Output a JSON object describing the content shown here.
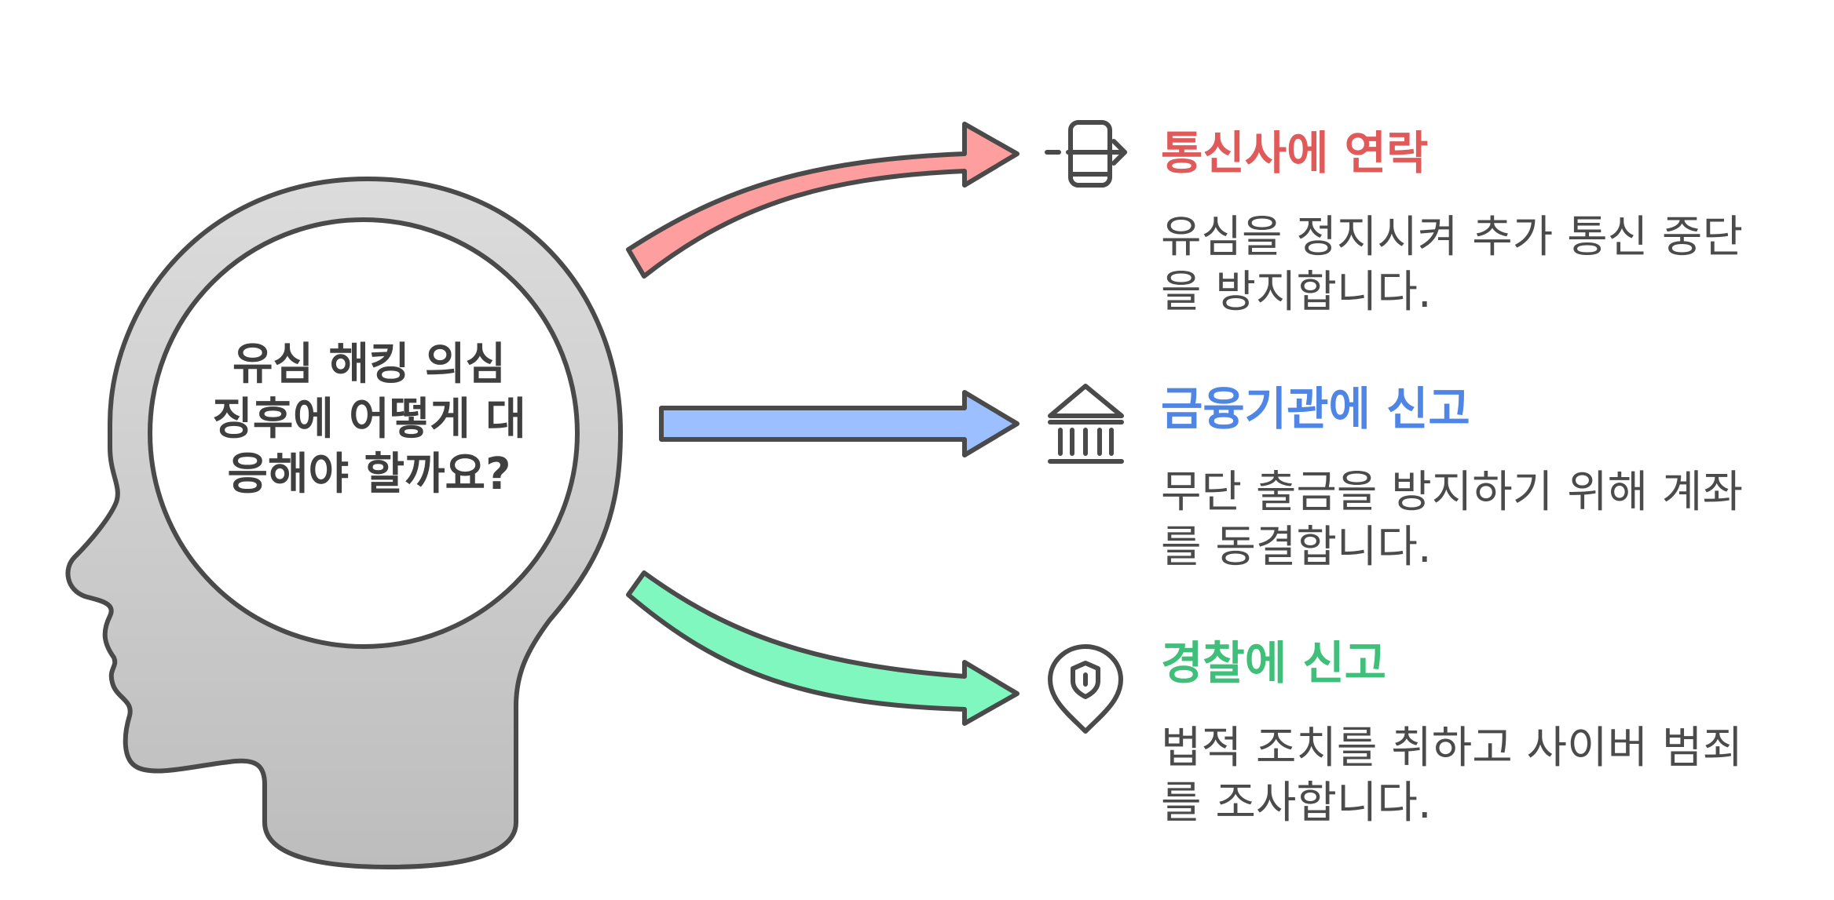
{
  "center": {
    "title_lines": [
      "유심 해킹 의심",
      "징후에 어떻게 대",
      "응해야 할까요?"
    ]
  },
  "items": [
    {
      "title": "통신사에 연락",
      "desc_lines": [
        "유심을 정지시켜 추가 통신 중단",
        "을 방지합니다."
      ],
      "color": "#e05a5a",
      "arrow_color": "#ff9e9e",
      "icon": "phone-exit-icon"
    },
    {
      "title": "금융기관에 신고",
      "desc_lines": [
        "무단 출금을 방지하기 위해 계좌",
        "를 동결합니다."
      ],
      "color": "#4f86e6",
      "arrow_color": "#9cbfff",
      "icon": "bank-icon"
    },
    {
      "title": "경찰에 신고",
      "desc_lines": [
        "법적 조치를 취하고 사이버 범죄",
        "를 조사합니다."
      ],
      "color": "#3fbf7a",
      "arrow_color": "#7ff7bf",
      "icon": "police-badge-pin-icon"
    }
  ]
}
